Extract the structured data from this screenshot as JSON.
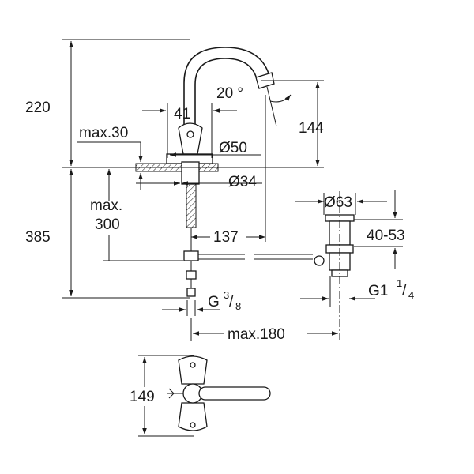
{
  "dimensions": {
    "height_total": "220",
    "max_30": "max.30",
    "handle_41": "41",
    "angle": "20 °",
    "d50": "Ø50",
    "d34": "Ø34",
    "h144": "144",
    "max300_a": "max.",
    "max300_b": "300",
    "h385": "385",
    "reach_137": "137",
    "d63": "Ø63",
    "range_40_53": "40-53",
    "g38_base": "G",
    "g38_num": "3",
    "g38_den": "8",
    "g114_base": "G1",
    "g114_num": "1",
    "g114_den": "4",
    "max180": "max.180",
    "h149": "149"
  },
  "colors": {
    "line": "#1a1a1a",
    "background": "#ffffff"
  }
}
